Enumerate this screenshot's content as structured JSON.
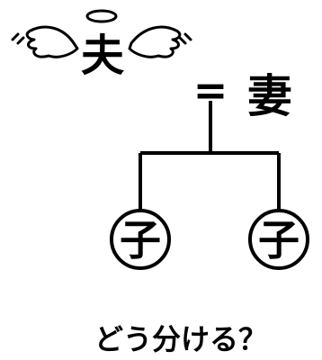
{
  "diagram": {
    "husband_label": "夫",
    "wife_label": "妻",
    "marriage_symbol": "=",
    "children": [
      {
        "label": "子"
      },
      {
        "label": "子"
      }
    ],
    "question": "どう分ける？"
  },
  "colors": {
    "ink": "#000000",
    "background": "#ffffff"
  },
  "icons": {
    "husband_decoration": "angel-halo-wings-icon"
  }
}
